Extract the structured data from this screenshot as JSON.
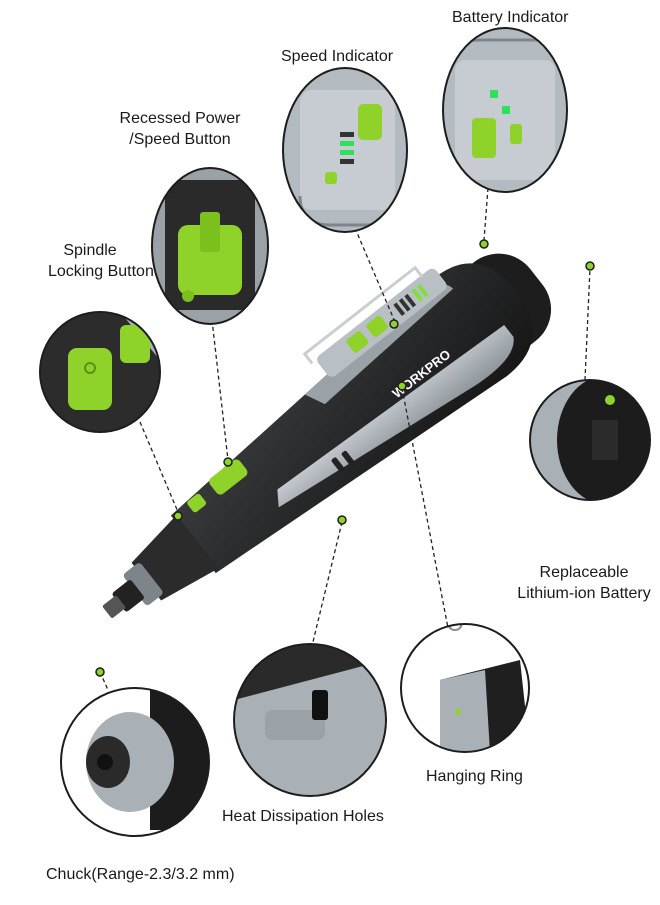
{
  "labels": {
    "battery_indicator": "Battery Indicator",
    "speed_indicator": "Speed Indicator",
    "recessed_power_line1": "Recessed Power",
    "recessed_power_line2": "/Speed Button",
    "spindle_line1": "Spindle",
    "spindle_line2": "Locking Button",
    "replaceable_line1": "Replaceable",
    "replaceable_line2": "Lithium-ion Battery",
    "hanging_ring": "Hanging Ring",
    "heat_dissipation": "Heat Dissipation Holes",
    "chuck": "Chuck(Range-2.3/3.2 mm)"
  },
  "brand": {
    "logo_text": "WORKPRO"
  },
  "colors": {
    "accent_green": "#8fd32a",
    "body_black": "#242424",
    "body_grey": "#a9b0b6",
    "dark_grey": "#3a3d40"
  }
}
